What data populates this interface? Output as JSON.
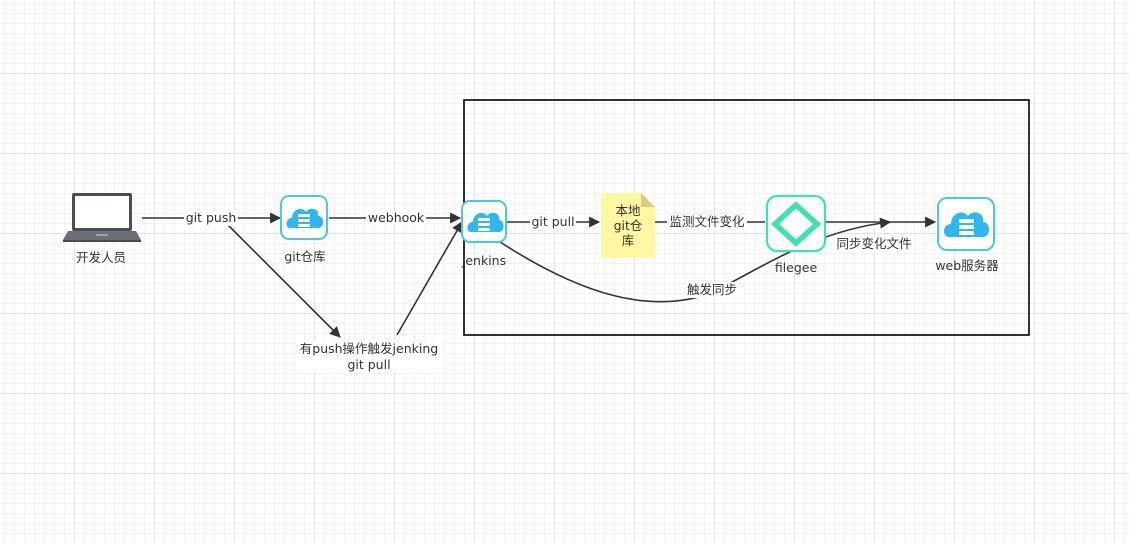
{
  "colors": {
    "cloud_icon_border": "#4fc3e8",
    "cloud_icon_fill": "#30b8ee",
    "filegee_color": "#3ee0b4",
    "note_fill": "#fff7a1",
    "note_fold": "#d6ce7c",
    "edge": "#333333",
    "container_border": "#000000"
  },
  "nodes": {
    "developer": {
      "label": "开发人员",
      "icon": "laptop-icon"
    },
    "git_repo": {
      "label": "git仓库",
      "icon": "cloud-server-icon"
    },
    "jenkins": {
      "label": "jenkins",
      "icon": "cloud-server-icon"
    },
    "local_repo": {
      "line1": "本地",
      "line2": "git仓",
      "line3": "库",
      "shape": "note"
    },
    "filegee": {
      "label": "filegee",
      "icon": "filegee-icon"
    },
    "web_server": {
      "label": "web服务器",
      "icon": "cloud-server-icon"
    }
  },
  "edges": {
    "git_push": "git push",
    "webhook": "webhook",
    "git_pull": "git pull",
    "monitor": "监测文件变化",
    "sync_change": "同步变化文件",
    "trigger_sync": "触发同步",
    "push_trigger_line1": "有push操作触发jenking",
    "push_trigger_line2": "git pull"
  }
}
